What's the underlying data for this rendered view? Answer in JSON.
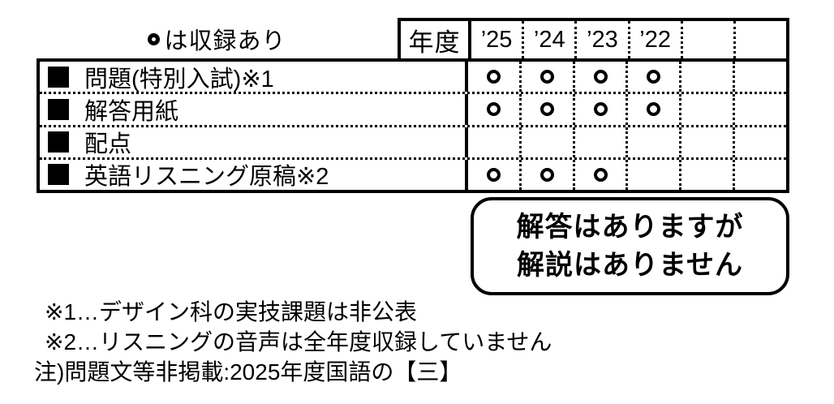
{
  "legend": {
    "circle_icon": "circle-outline",
    "text": "は収録あり"
  },
  "table": {
    "year_header_label": "年度",
    "year_columns": [
      "’25",
      "’24",
      "’23",
      "’22",
      "",
      ""
    ],
    "mark_symbol": "○",
    "rows": [
      {
        "label": "問題(特別入試)※1",
        "marks": [
          true,
          true,
          true,
          true,
          false,
          false
        ]
      },
      {
        "label": "解答用紙",
        "marks": [
          true,
          true,
          true,
          true,
          false,
          false
        ]
      },
      {
        "label": "配点",
        "marks": [
          false,
          false,
          false,
          false,
          false,
          false
        ]
      },
      {
        "label": "英語リスニング原稿※2",
        "marks": [
          true,
          true,
          true,
          false,
          false,
          false
        ]
      }
    ]
  },
  "callout": {
    "line1": "解答はありますが",
    "line2": "解説はありません"
  },
  "footnotes": [
    "※1…デザイン科の実技課題は非公表",
    "※2…リスニングの音声は全年度収録していません",
    "注)問題文等非掲載:2025年度国語の【三】"
  ],
  "colors": {
    "ink": "#000000",
    "background": "#ffffff"
  }
}
